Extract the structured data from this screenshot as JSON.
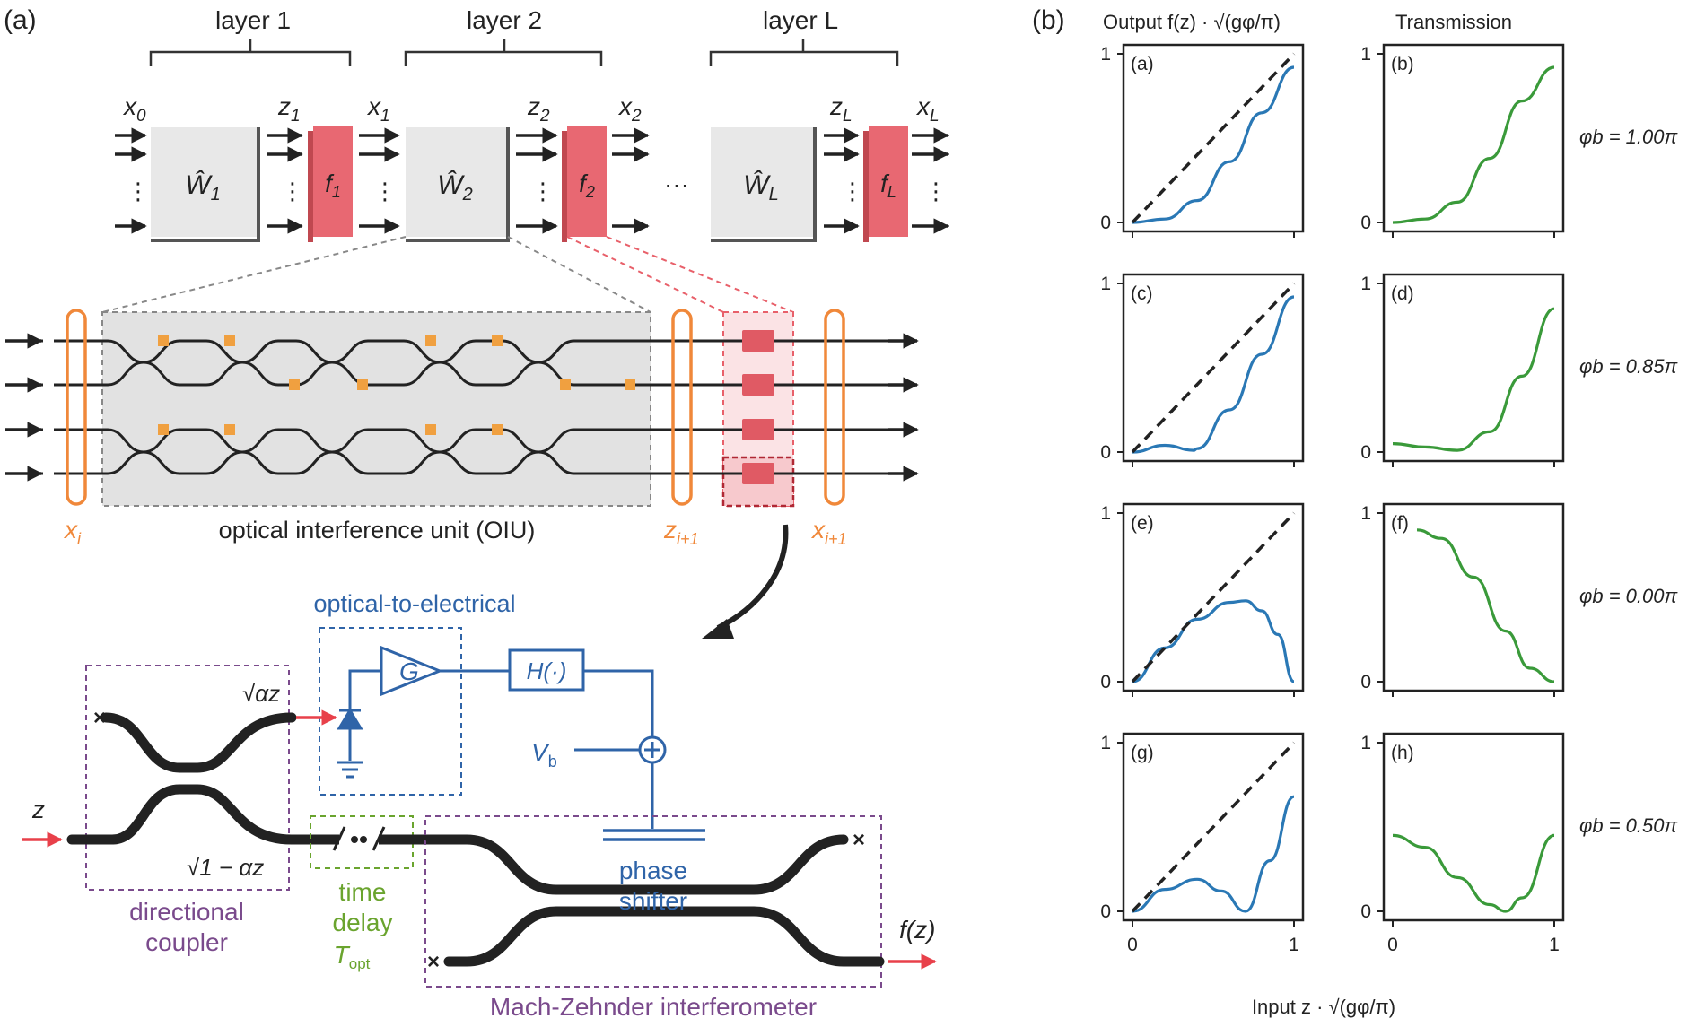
{
  "panel_a": {
    "label": "(a)",
    "layers": [
      {
        "title": "layer 1",
        "weight": "Ŵ",
        "weight_sub": "1",
        "nonlin": "f",
        "nonlin_sub": "1",
        "in_var": "x",
        "in_sub": "0",
        "out_var": "z",
        "out_sub": "1"
      },
      {
        "title": "layer 2",
        "weight": "Ŵ",
        "weight_sub": "2",
        "nonlin": "f",
        "nonlin_sub": "2",
        "in_var": "x",
        "in_sub": "1",
        "out_var": "z",
        "out_sub": "2"
      },
      {
        "title": "layer L",
        "weight": "Ŵ",
        "weight_sub": "L",
        "nonlin": "f",
        "nonlin_sub": "L",
        "in_var": "x",
        "in_sub": "2",
        "out_var": "z",
        "out_sub": "L"
      }
    ],
    "final_out_var": "x",
    "final_out_sub": "L",
    "ellipsis": "···",
    "oiu": {
      "label": "optical interference unit (OIU)",
      "x_in": "x",
      "x_in_sub": "i",
      "z_out": "z",
      "z_out_sub": "i+1",
      "x_out": "x",
      "x_out_sub": "i+1"
    },
    "circuit": {
      "oe_label": "optical-to-electrical",
      "gain": "G",
      "filter": "H(·)",
      "vb": "V",
      "vb_sub": "b",
      "sqrt_alpha": "√αz",
      "sqrt_one_minus": "√1 − αz",
      "input": "z",
      "output": "f(z)",
      "dc_line1": "directional",
      "dc_line2": "coupler",
      "td_line1": "time",
      "td_line2": "delay",
      "td_var": "T",
      "td_sub": "opt",
      "ps_line1": "phase",
      "ps_line2": "shifter",
      "mzi": "Mach-Zehnder interferometer"
    }
  },
  "panel_b": {
    "label": "(b)",
    "col1_title": "Output f(z) · √(gφ/π)",
    "col2_title": "Transmission",
    "xlabel": "Input z · √(gφ/π)",
    "rows": [
      {
        "phi_label": "φb = 1.00π",
        "left_tag": "(a)",
        "right_tag": "(b)"
      },
      {
        "phi_label": "φb = 0.85π",
        "left_tag": "(c)",
        "right_tag": "(d)"
      },
      {
        "phi_label": "φb = 0.00π",
        "left_tag": "(e)",
        "right_tag": "(f)"
      },
      {
        "phi_label": "φb = 0.50π",
        "left_tag": "(g)",
        "right_tag": "(h)"
      }
    ]
  },
  "chart_data": [
    {
      "type": "line",
      "panel": "(a)",
      "xlim": [
        0,
        1
      ],
      "ylim": [
        0,
        1
      ],
      "xticks": [
        "0",
        "1"
      ],
      "yticks": [
        "0",
        "1"
      ],
      "series": [
        {
          "x": [
            0,
            0.2,
            0.4,
            0.6,
            0.8,
            1.0
          ],
          "values": [
            0,
            0.02,
            0.13,
            0.36,
            0.65,
            0.92
          ],
          "color": "#2a78b5"
        },
        {
          "x": [
            0,
            1
          ],
          "values": [
            0,
            1
          ],
          "color": "#222222",
          "style": "dashed"
        }
      ]
    },
    {
      "type": "line",
      "panel": "(b)",
      "xlim": [
        0,
        1
      ],
      "ylim": [
        0,
        1
      ],
      "xticks": [
        "0",
        "1"
      ],
      "yticks": [
        "0",
        "1"
      ],
      "series": [
        {
          "x": [
            0,
            0.2,
            0.4,
            0.6,
            0.8,
            1.0
          ],
          "values": [
            0,
            0.02,
            0.12,
            0.38,
            0.72,
            0.92
          ],
          "color": "#3a9a3a"
        }
      ]
    },
    {
      "type": "line",
      "panel": "(c)",
      "xlim": [
        0,
        1
      ],
      "ylim": [
        0,
        1
      ],
      "xticks": [
        "0",
        "1"
      ],
      "yticks": [
        "0",
        "1"
      ],
      "series": [
        {
          "x": [
            0,
            0.2,
            0.38,
            0.4,
            0.6,
            0.8,
            1.0
          ],
          "values": [
            0,
            0.04,
            0.01,
            0.02,
            0.25,
            0.58,
            0.92
          ],
          "color": "#2a78b5"
        },
        {
          "x": [
            0,
            1
          ],
          "values": [
            0,
            1
          ],
          "color": "#222222",
          "style": "dashed"
        }
      ]
    },
    {
      "type": "line",
      "panel": "(d)",
      "xlim": [
        0,
        1
      ],
      "ylim": [
        0,
        1
      ],
      "xticks": [
        "0",
        "1"
      ],
      "yticks": [
        "0",
        "1"
      ],
      "series": [
        {
          "x": [
            0,
            0.2,
            0.4,
            0.6,
            0.8,
            1.0
          ],
          "values": [
            0.05,
            0.03,
            0.01,
            0.12,
            0.45,
            0.85
          ],
          "color": "#3a9a3a"
        }
      ]
    },
    {
      "type": "line",
      "panel": "(e)",
      "xlim": [
        0,
        1
      ],
      "ylim": [
        0,
        1
      ],
      "xticks": [
        "0",
        "1"
      ],
      "yticks": [
        "0",
        "1"
      ],
      "series": [
        {
          "x": [
            0,
            0.2,
            0.4,
            0.6,
            0.7,
            0.8,
            0.9,
            1.0
          ],
          "values": [
            0,
            0.2,
            0.37,
            0.47,
            0.48,
            0.42,
            0.28,
            0.0
          ],
          "color": "#2a78b5"
        },
        {
          "x": [
            0,
            1
          ],
          "values": [
            0,
            1
          ],
          "color": "#222222",
          "style": "dashed"
        }
      ]
    },
    {
      "type": "line",
      "panel": "(f)",
      "xlim": [
        0,
        1
      ],
      "ylim": [
        0,
        1
      ],
      "xticks": [
        "0",
        "1"
      ],
      "yticks": [
        "0",
        "1"
      ],
      "series": [
        {
          "x": [
            0.15,
            0.3,
            0.5,
            0.7,
            0.85,
            1.0
          ],
          "values": [
            0.9,
            0.85,
            0.62,
            0.3,
            0.08,
            0.0
          ],
          "color": "#3a9a3a"
        }
      ]
    },
    {
      "type": "line",
      "panel": "(g)",
      "xlim": [
        0,
        1
      ],
      "ylim": [
        0,
        1
      ],
      "xticks": [
        "0",
        "1"
      ],
      "yticks": [
        "0",
        "1"
      ],
      "series": [
        {
          "x": [
            0,
            0.2,
            0.4,
            0.55,
            0.7,
            0.85,
            1.0
          ],
          "values": [
            0,
            0.13,
            0.19,
            0.12,
            0.0,
            0.3,
            0.68
          ],
          "color": "#2a78b5"
        },
        {
          "x": [
            0,
            1
          ],
          "values": [
            0,
            1
          ],
          "color": "#222222",
          "style": "dashed"
        }
      ]
    },
    {
      "type": "line",
      "panel": "(h)",
      "xlim": [
        0,
        1
      ],
      "ylim": [
        0,
        1
      ],
      "xticks": [
        "0",
        "1"
      ],
      "yticks": [
        "0",
        "1"
      ],
      "series": [
        {
          "x": [
            0,
            0.2,
            0.4,
            0.6,
            0.7,
            0.8,
            1.0
          ],
          "values": [
            0.45,
            0.38,
            0.2,
            0.04,
            0.0,
            0.08,
            0.45
          ],
          "color": "#3a9a3a"
        }
      ]
    }
  ],
  "colors": {
    "orange": "#f0883a",
    "red_block": "#e86872",
    "purple": "#7a4a8c",
    "green": "#6aa42e",
    "blue": "#2f64a8",
    "gray_block": "#e8e8e8"
  }
}
